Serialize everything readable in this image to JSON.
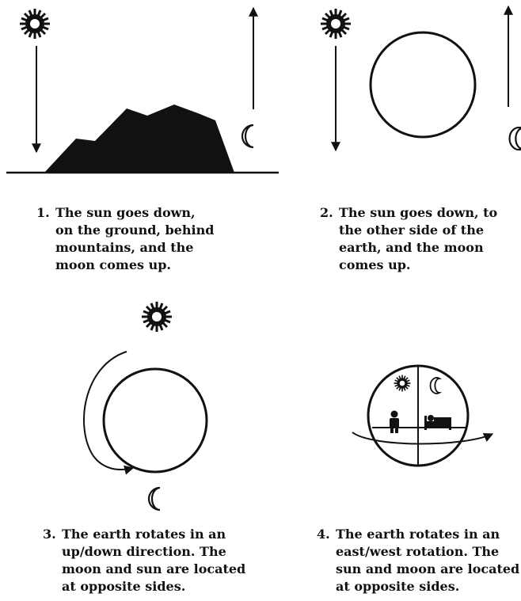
{
  "panels": [
    {
      "number": "1.",
      "lines": [
        "The sun goes down,",
        "on the ground, behind",
        "mountains, and the",
        "moon comes up."
      ]
    },
    {
      "number": "2.",
      "lines": [
        "The sun goes down, to",
        "the other side of the",
        "earth, and the moon",
        "comes up."
      ]
    },
    {
      "number": "3.",
      "lines": [
        "The earth rotates in an",
        "up/down direction. The",
        "moon and sun are located",
        "at opposite sides."
      ]
    },
    {
      "number": "4.",
      "lines": [
        "The earth rotates in an",
        "east/west rotation. The",
        "sun and moon are located",
        "at opposite sides."
      ]
    }
  ],
  "icons": [
    "sun-icon",
    "crescent-moon-icon",
    "person-icon",
    "bed-icon",
    "arrow-icon"
  ]
}
